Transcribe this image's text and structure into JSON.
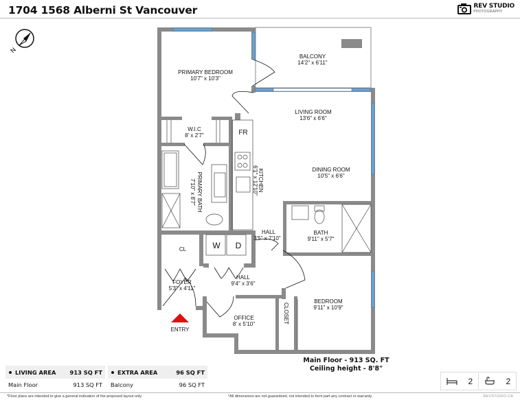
{
  "header": {
    "title": "1704 1568 Alberni St Vancouver",
    "logo": {
      "brand": "REV STUDIO",
      "sub": "PHOTOGRAPHY",
      "icon": "camera-icon"
    }
  },
  "compass": {
    "label": "N",
    "icon": "compass-icon"
  },
  "floorplan": {
    "rooms": [
      {
        "name": "PRIMARY BEDROOM",
        "dim": "10'7\" x 10'3\""
      },
      {
        "name": "BALCONY",
        "dim": "14'2\" x 6'11\""
      },
      {
        "name": "LIVING ROOM",
        "dim": "13'6\" x 6'6\""
      },
      {
        "name": "W.I.C",
        "dim": "8' x 2'7\""
      },
      {
        "name": "FR",
        "dim": ""
      },
      {
        "name": "PRIMARY BATH",
        "dim": "7'10\" x 8'7\""
      },
      {
        "name": "KITCHEN",
        "dim": "6'1\" x 12'10\""
      },
      {
        "name": "DINING ROOM",
        "dim": "10'5\" x 6'6\""
      },
      {
        "name": "HALL",
        "dim": "3'5\" x 7'10\""
      },
      {
        "name": "BATH",
        "dim": "9'11\" x 5'7\""
      },
      {
        "name": "CL",
        "dim": ""
      },
      {
        "name": "W",
        "dim": ""
      },
      {
        "name": "D",
        "dim": ""
      },
      {
        "name": "FOYER",
        "dim": "5'3\" x 4'11\""
      },
      {
        "name": "HALL",
        "dim": "9'4\" x 3'6\""
      },
      {
        "name": "OFFICE",
        "dim": "8' x 5'10\""
      },
      {
        "name": "CLOSET",
        "dim": ""
      },
      {
        "name": "BEDROOM",
        "dim": "9'11\" x 10'9\""
      }
    ],
    "entry_label": "ENTRY",
    "colors": {
      "wall": "#8a8a8a",
      "window": "#6aa6d6",
      "entry": "#e01010"
    }
  },
  "floor_caption": {
    "line1": "Main Floor - 913 SQ. FT",
    "line2": "Ceiling height - 8'8\""
  },
  "areas": {
    "living": {
      "header": "LIVING AREA",
      "header_value": "913 SQ FT",
      "rows": [
        {
          "label": "Main Floor",
          "value": "913 SQ FT"
        }
      ]
    },
    "extra": {
      "header": "EXTRA AREA",
      "header_value": "96 SQ FT",
      "rows": [
        {
          "label": "Balcony",
          "value": "96 SQ FT"
        }
      ]
    }
  },
  "counts": {
    "bedrooms": {
      "icon": "bed-icon",
      "value": "2"
    },
    "bathrooms": {
      "icon": "bathtub-icon",
      "value": "2"
    }
  },
  "footer": {
    "left": "*Floor plans are intended to give a general indication of the proposed layout only.",
    "middle": "*All dimensions are not guaranteed, not intended to form part any contract or warranty.",
    "right": "REVSTUDIO.CA"
  }
}
